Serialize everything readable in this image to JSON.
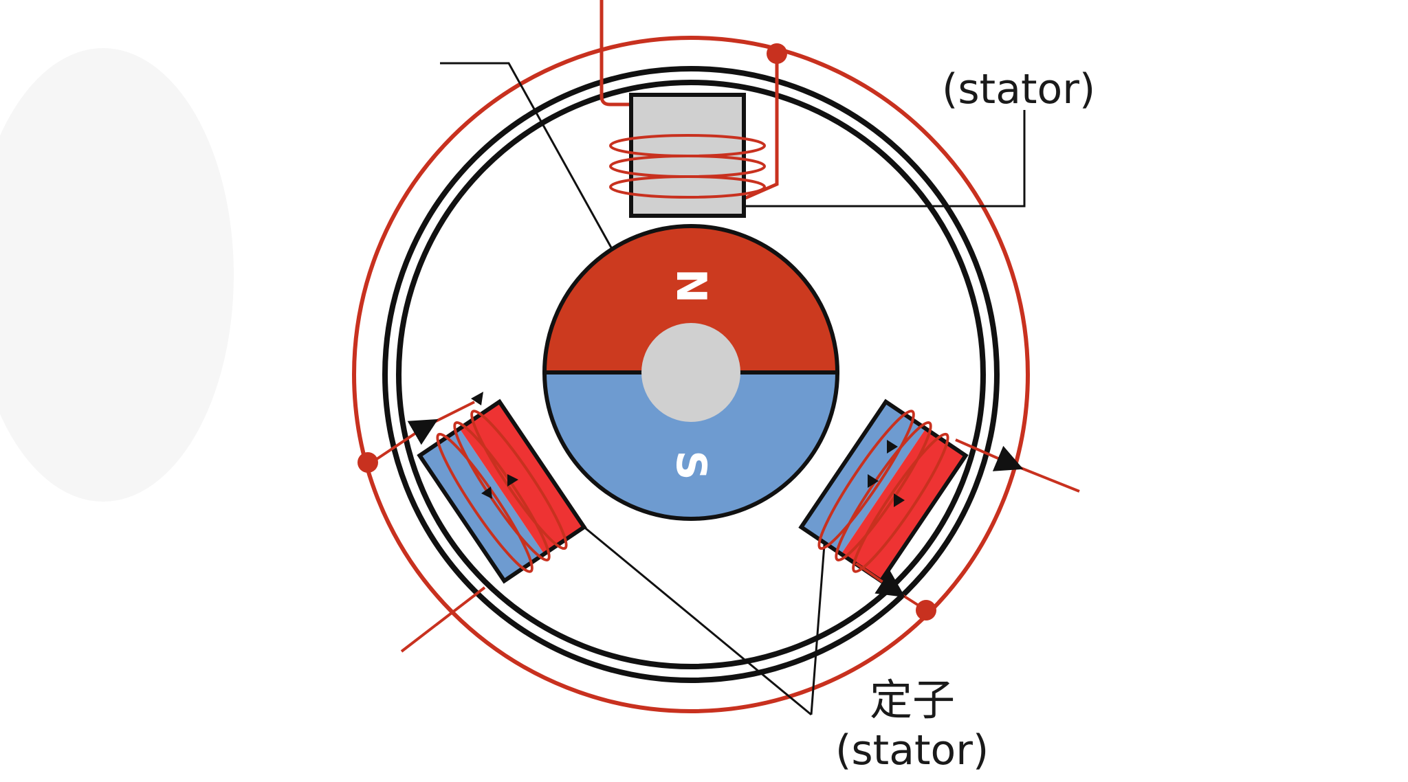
{
  "labels": {
    "stator_top": "(stator)",
    "stator_bottom_cn": "定子",
    "stator_bottom_en": "(stator)"
  },
  "rotor": {
    "north_label": "N",
    "south_label": "S"
  },
  "colors": {
    "wire": "#c8311f",
    "north": "#cc3a1f",
    "south": "#6e9bd0",
    "core": "#d0d0d0",
    "coil_red": "#ee3333",
    "coil_blue": "#6e9bd0",
    "outline": "#111111"
  }
}
